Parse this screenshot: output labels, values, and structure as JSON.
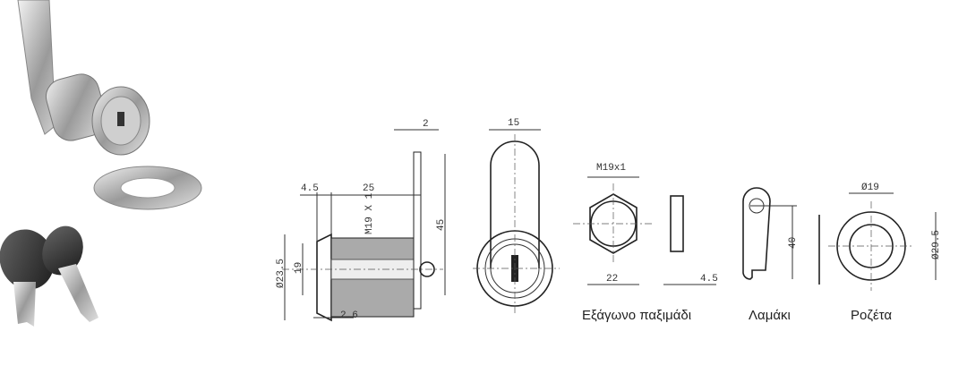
{
  "dimensions": {
    "lever_thickness": "2",
    "front_width": "15",
    "flange": "4.5",
    "body_length": "25",
    "thread": "M19 X 1",
    "lever_height": "45",
    "flange_dia": "Ø23.5",
    "body_dia": "19",
    "gap": "2.6",
    "nut_thread": "M19x1",
    "nut_width": "22",
    "nut_thickness": "4.5",
    "cam_length": "40",
    "rosette_inner": "Ø19",
    "rosette_outer": "Ø29.5"
  },
  "labels": {
    "nut": "Εξάγωνο παξιμάδι",
    "cam": "Λαμάκι",
    "rosette": "Ροζέτα"
  }
}
